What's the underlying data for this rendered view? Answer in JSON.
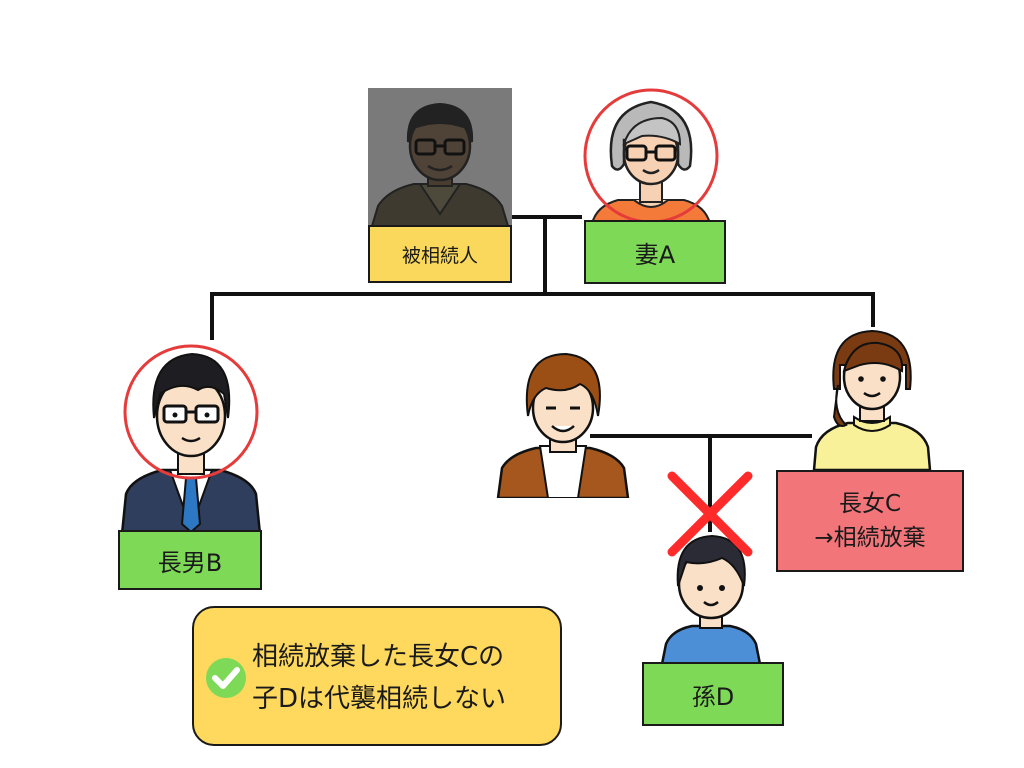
{
  "diagram": {
    "labels": {
      "deceased": "被相続人",
      "wife": "妻A",
      "eldest_son": "長男B",
      "eldest_daughter": "長女C\n→相続放棄",
      "grandchild": "孫D"
    },
    "note": {
      "line1": "相続放棄した長女Cの",
      "line2": "子Dは代襲相続しない"
    },
    "colors": {
      "label_gold": "#fad85c",
      "label_green": "#7ed957",
      "label_red": "#f2757a",
      "note_bg": "#fed95d",
      "check_green": "#7ed957",
      "heir_circle": "#e53b3b",
      "cross": "#ff2a2a"
    },
    "icons": [
      "deceased-man-figure",
      "wife-figure",
      "son-figure",
      "son-in-law-figure",
      "daughter-figure",
      "grandchild-figure",
      "check-circle-icon",
      "cross-mark-icon"
    ]
  }
}
